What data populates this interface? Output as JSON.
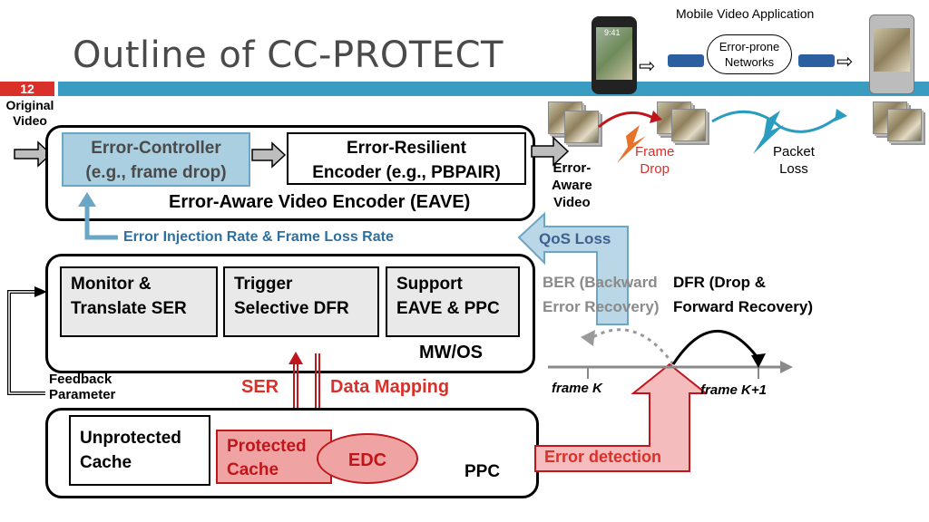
{
  "slide": {
    "title": "Outline of CC-PROTECT",
    "number": "12"
  },
  "left_labels": {
    "original_video": "Original\nVideo",
    "feedback_parameter": "Feedback\nParameter"
  },
  "eave": {
    "error_controller": "Error-Controller\n(e.g., frame drop)",
    "error_resilient": "Error-Resilient\nEncoder (e.g., PBPAIR)",
    "label": "Error-Aware Video Encoder (EAVE)",
    "output": "Error-\nAware\nVideo"
  },
  "feedback": {
    "injection": "Error Injection Rate  & Frame Loss Rate",
    "qos": "QoS Loss"
  },
  "mwos": {
    "monitor": "Monitor &\nTranslate SER",
    "trigger": "Trigger\nSelective DFR",
    "support": "Support\nEAVE & PPC",
    "label": "MW/OS"
  },
  "links": {
    "ser": "SER",
    "data_mapping": "Data Mapping"
  },
  "ppc": {
    "unprotected": "Unprotected\nCache",
    "protected": "Protected\nCache",
    "edc": "EDC",
    "label": "PPC",
    "error_detection": "Error detection"
  },
  "network": {
    "app": "Mobile Video Application",
    "cloud": "Error-prone\nNetworks",
    "phone_time": "9:41",
    "frame_drop": "Frame\nDrop",
    "packet_loss": "Packet\nLoss"
  },
  "recovery": {
    "ber": "BER (Backward\nError Recovery)",
    "dfr": "DFR (Drop &\nForward Recovery)",
    "frame_k": "frame K",
    "frame_k1": "frame K+1"
  },
  "colors": {
    "accent_blue": "#3a9cc0",
    "accent_red": "#d9302a",
    "link_blue": "#2e6f9e"
  }
}
